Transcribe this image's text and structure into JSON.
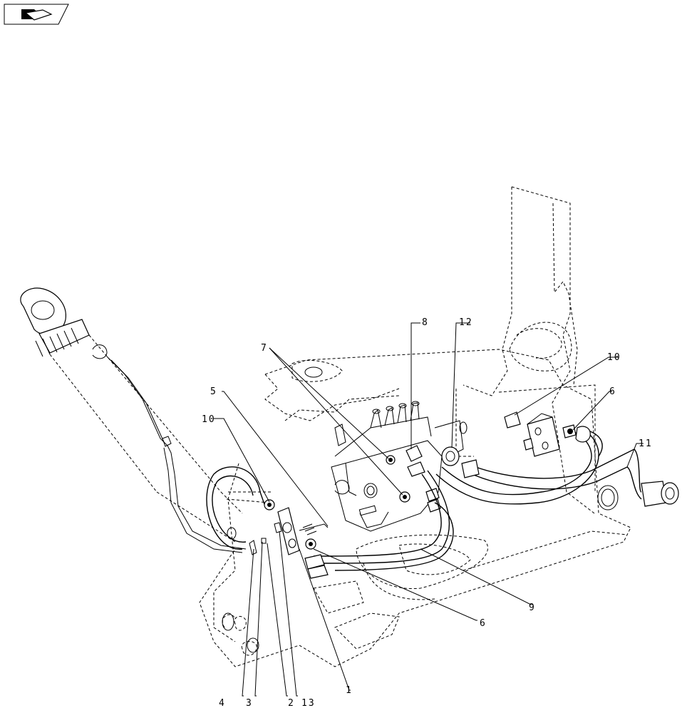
{
  "nav_icon": {
    "icon": "arrow-page-icon"
  },
  "callouts": [
    {
      "id": "c1",
      "label": "1"
    },
    {
      "id": "c2",
      "label": "2"
    },
    {
      "id": "c3",
      "label": "3"
    },
    {
      "id": "c4",
      "label": "4"
    },
    {
      "id": "c5",
      "label": "5"
    },
    {
      "id": "c6a",
      "label": "6"
    },
    {
      "id": "c6b",
      "label": "6"
    },
    {
      "id": "c7",
      "label": "7"
    },
    {
      "id": "c8",
      "label": "8"
    },
    {
      "id": "c9",
      "label": "9"
    },
    {
      "id": "c10a",
      "label": "10"
    },
    {
      "id": "c10b",
      "label": "10"
    },
    {
      "id": "c11",
      "label": "11"
    },
    {
      "id": "c12",
      "label": "12"
    },
    {
      "id": "c13",
      "label": "13"
    }
  ]
}
